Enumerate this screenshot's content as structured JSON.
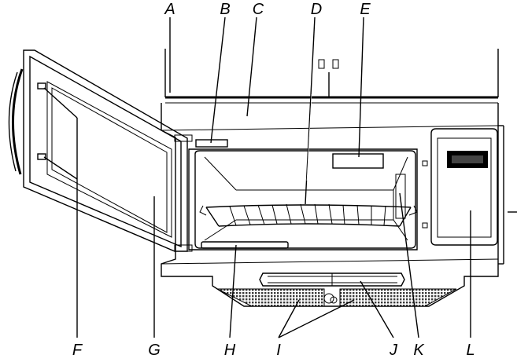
{
  "labels": {
    "A": "A",
    "B": "B",
    "C": "C",
    "D": "D",
    "E": "E",
    "F": "F",
    "G": "G",
    "H": "H",
    "I": "I",
    "J": "J",
    "K": "K",
    "L": "L"
  },
  "colors": {
    "outline": "#000000",
    "fill": "#ffffff",
    "callout_line": "#ffffff",
    "vent_mesh": "#555555"
  }
}
